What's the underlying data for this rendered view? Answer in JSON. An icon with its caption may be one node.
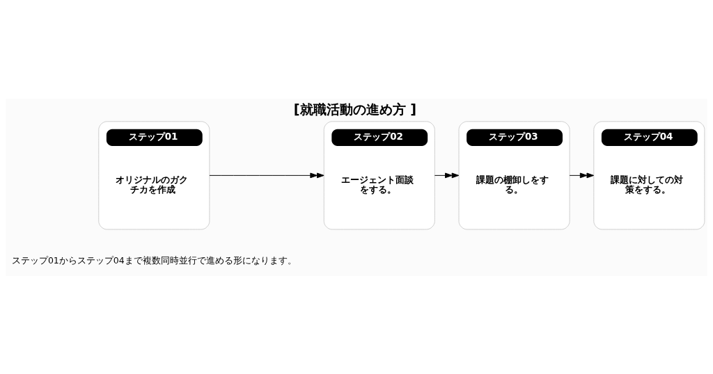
{
  "diagram": {
    "title": "[就職活動の進め方 ]",
    "nodes": [
      {
        "text": [
          "ステップ01",
          "オリジナルのガクチカを作成"
        ]
      },
      {
        "text": [
          "ステップ02",
          "エージェント面談をする。"
        ]
      },
      {
        "text": [
          "ステップ03",
          "課題の棚卸しをする。"
        ]
      },
      {
        "text": [
          "ステップ04",
          "課題に対しての対策をする。"
        ]
      }
    ],
    "edges": [
      {
        "from": 0,
        "to": 1,
        "arrow": "to"
      },
      {
        "from": 1,
        "to": 2,
        "arrow": "to"
      },
      {
        "from": 2,
        "to": 3,
        "arrow": "to"
      }
    ],
    "labels": [
      "ステップ01からステップ04まで複数同時並行で進める形になります。"
    ]
  }
}
